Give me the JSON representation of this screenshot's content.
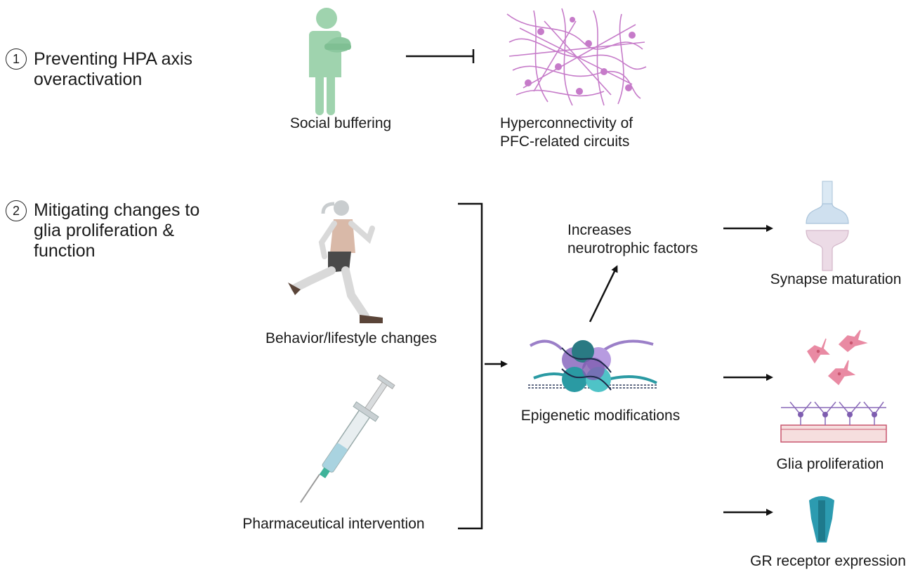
{
  "section1": {
    "number": "1",
    "title_line1": "Preventing HPA axis",
    "title_line2": "overactivation",
    "left_label": "Social buffering",
    "right_label_line1": "Hyperconnectivity of",
    "right_label_line2": "PFC-related circuits"
  },
  "section2": {
    "number": "2",
    "title_line1": "Mitigating changes to",
    "title_line2": "glia proliferation &",
    "title_line3": "function",
    "input1_label": "Behavior/lifestyle changes",
    "input2_label": "Pharmaceutical intervention",
    "center_label": "Epigenetic modifications",
    "branch_label_line1": "Increases",
    "branch_label_line2": "neurotrophic factors",
    "outcome1_label": "Synapse maturation",
    "outcome2_label": "Glia proliferation",
    "outcome3_label": "GR receptor expression"
  },
  "colors": {
    "person_green": "#9fd3ae",
    "neuron_pink": "#c67bc9",
    "histone_teal": "#2a9aa3",
    "histone_purple": "#9b7fc8",
    "glia_pink": "#e98aa3",
    "receptor_teal": "#2c9bb0",
    "arrow": "#111111"
  }
}
